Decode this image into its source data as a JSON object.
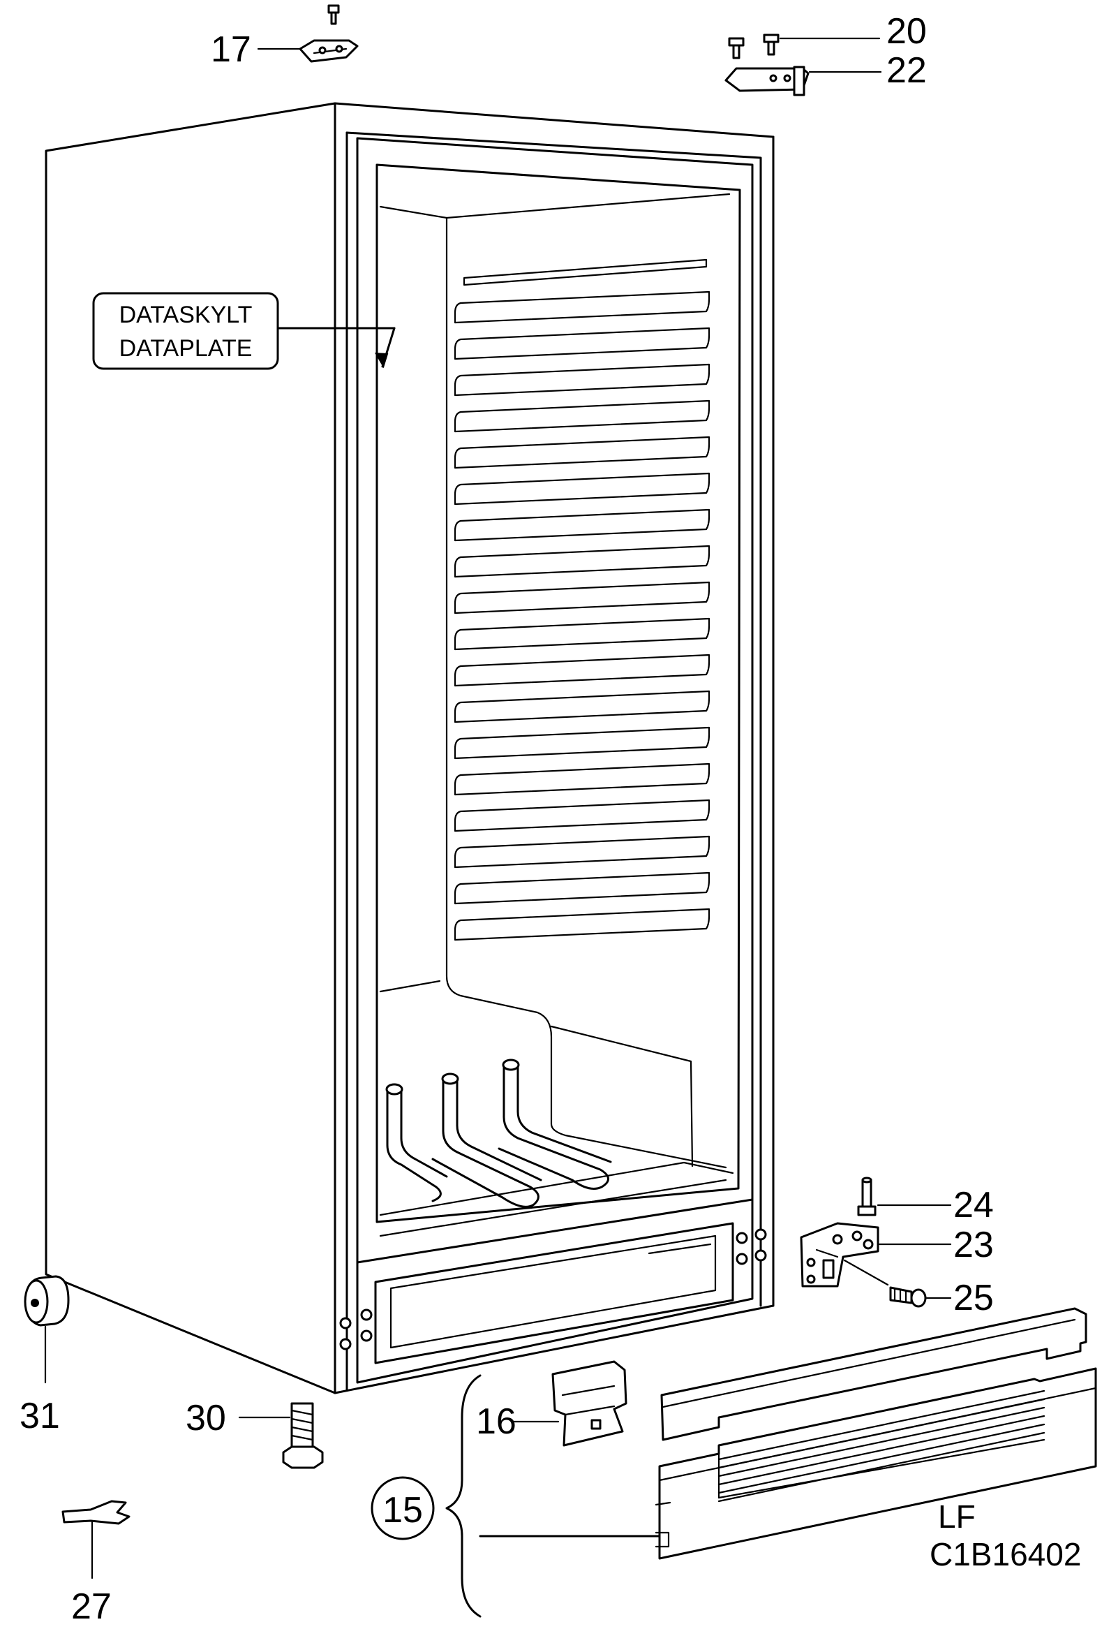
{
  "callouts": {
    "c17": "17",
    "c20": "20",
    "c22": "22",
    "c24": "24",
    "c23": "23",
    "c25": "25",
    "c31": "31",
    "c30": "30",
    "c16": "16",
    "c15": "15",
    "c27": "27"
  },
  "dataplate": {
    "line1": "DATASKYLT",
    "line2": "DATAPLATE"
  },
  "footer": {
    "code1": "LF",
    "code2": "C1B16402"
  }
}
